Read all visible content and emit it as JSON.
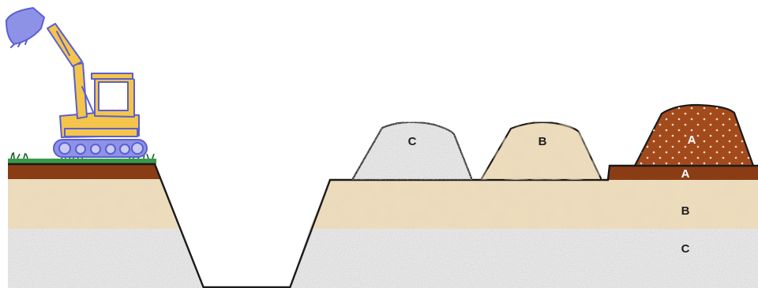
{
  "labels": {
    "pile_c": "C",
    "pile_b": "B",
    "pile_a": "A",
    "layer_a": "A",
    "layer_b": "B",
    "layer_c": "C"
  },
  "colors": {
    "topsoil_a": "#8a3d14",
    "pile_a": "#a34a1d",
    "subsoil_b": "#ecdcbc",
    "substrate_c": "#e8e8e8",
    "grass": "#3a9a4a",
    "excavator_body": "#f4c54a",
    "excavator_outline": "#5a5fd0",
    "outline": "#1a1a1a"
  },
  "icons": {
    "machine": "excavator-icon"
  }
}
